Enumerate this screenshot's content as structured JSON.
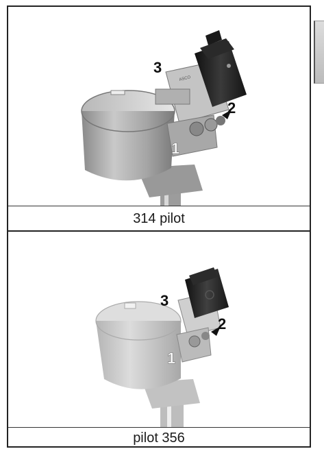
{
  "figures": [
    {
      "caption": "314 pilot",
      "callouts": {
        "one": "1",
        "two": "2",
        "three": "3"
      },
      "brand": "ASCO"
    },
    {
      "caption": "pilot 356",
      "callouts": {
        "one": "1",
        "two": "2",
        "three": "3"
      }
    }
  ]
}
